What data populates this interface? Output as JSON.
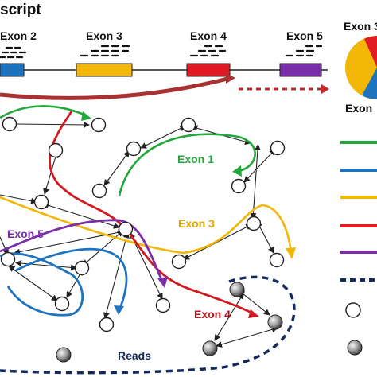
{
  "header": {
    "title_fragment": "script"
  },
  "exons": [
    {
      "label": "Exon 2",
      "color": "#1e73be"
    },
    {
      "label": "Exon 3",
      "color": "#f2b705"
    },
    {
      "label": "Exon 4",
      "color": "#e01b24"
    },
    {
      "label": "Exon 5",
      "color": "#7a2fa8"
    }
  ],
  "graph_labels": {
    "exon1": {
      "text": "Exon 1",
      "color": "#22a83a"
    },
    "exon3": {
      "text": "Exon 3",
      "color": "#e3a800"
    },
    "exon4": {
      "text": "Exon 4",
      "color": "#b8141c"
    },
    "exon5": {
      "text": "Exon 5",
      "color": "#7a2fa8"
    },
    "reads": {
      "text": "Reads",
      "color": "#142a5c"
    }
  },
  "legend": {
    "pie_label": "Exon 3",
    "section_label": "Exon",
    "colors": {
      "exon1": "#22a83a",
      "exon2": "#1e73be",
      "exon3": "#f2b705",
      "exon4": "#e01b24",
      "exon5": "#7a2fa8",
      "reads": "#142a5c",
      "transcript_arc": "#a83232"
    },
    "icons": [
      "white-node-icon",
      "grey-node-icon"
    ]
  }
}
